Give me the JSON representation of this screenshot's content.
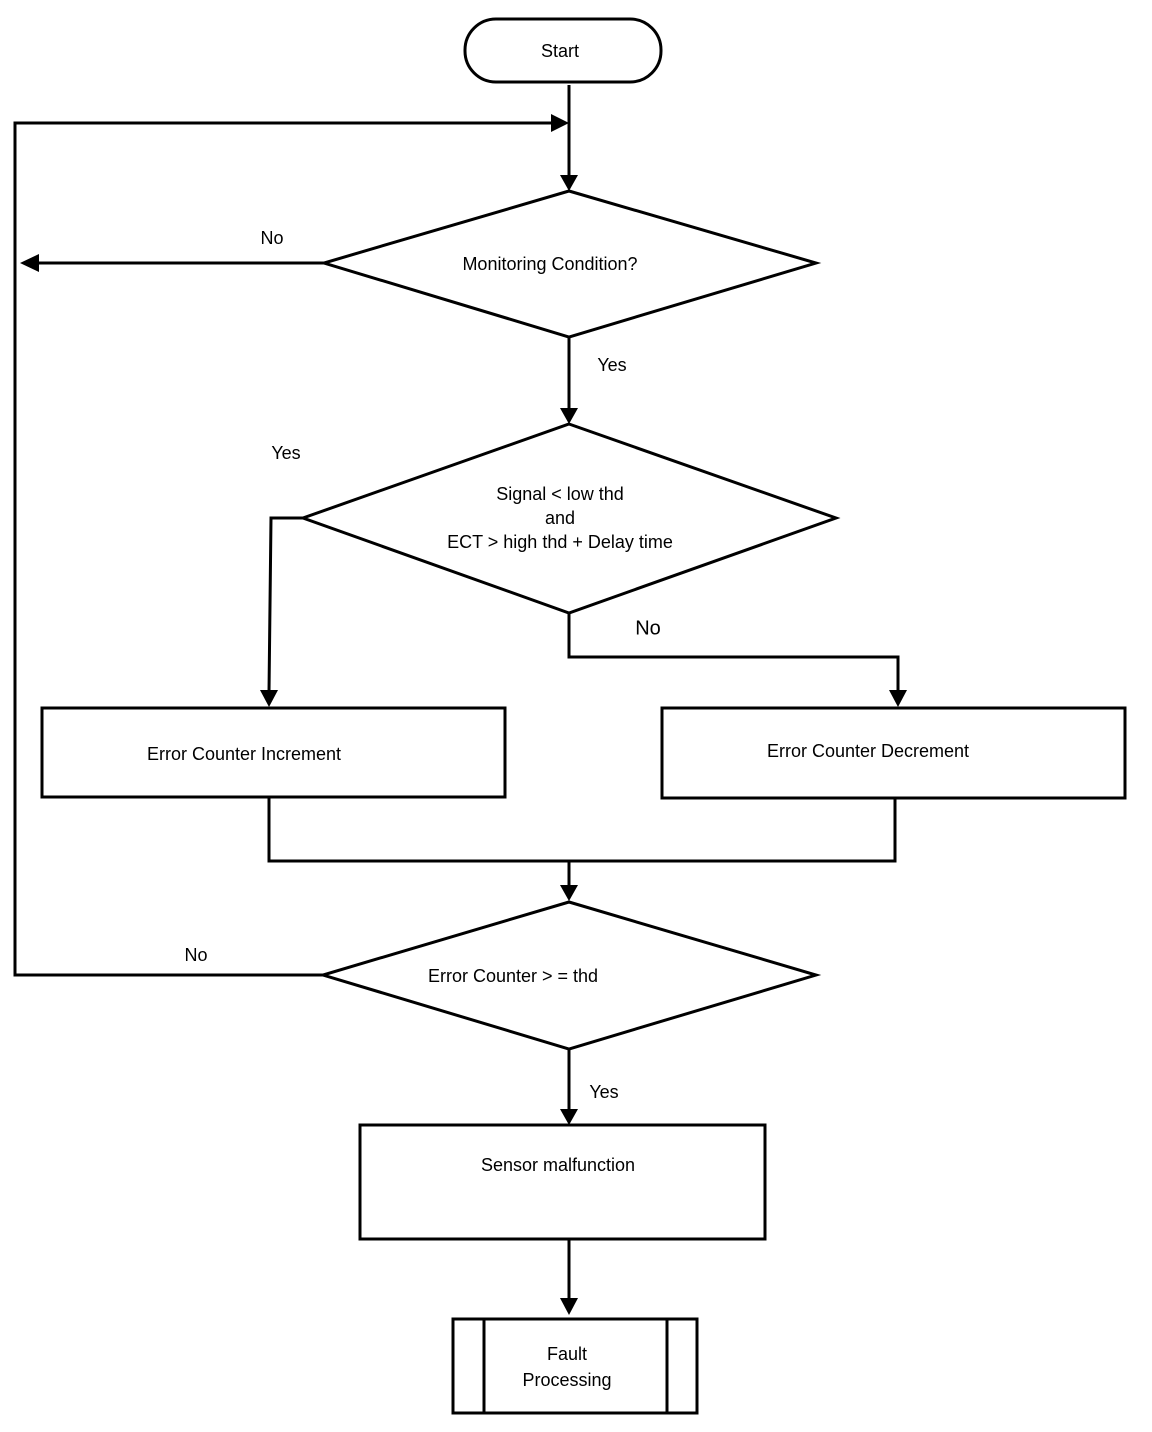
{
  "nodes": {
    "start": "Start",
    "monitoring": "Monitoring Condition?",
    "signal_check": [
      "Signal < low thd",
      "and",
      "ECT > high thd + Delay time"
    ],
    "increment": "Error Counter Increment",
    "decrement": "Error Counter Decrement",
    "counter_check": "Error Counter > = thd",
    "malfunction": "Sensor malfunction",
    "fault": [
      "Fault",
      "Processing"
    ]
  },
  "edges": {
    "monitoring_no": "No",
    "monitoring_yes": "Yes",
    "signal_yes": "Yes",
    "signal_no": "No",
    "counter_no": "No",
    "counter_yes": "Yes"
  }
}
